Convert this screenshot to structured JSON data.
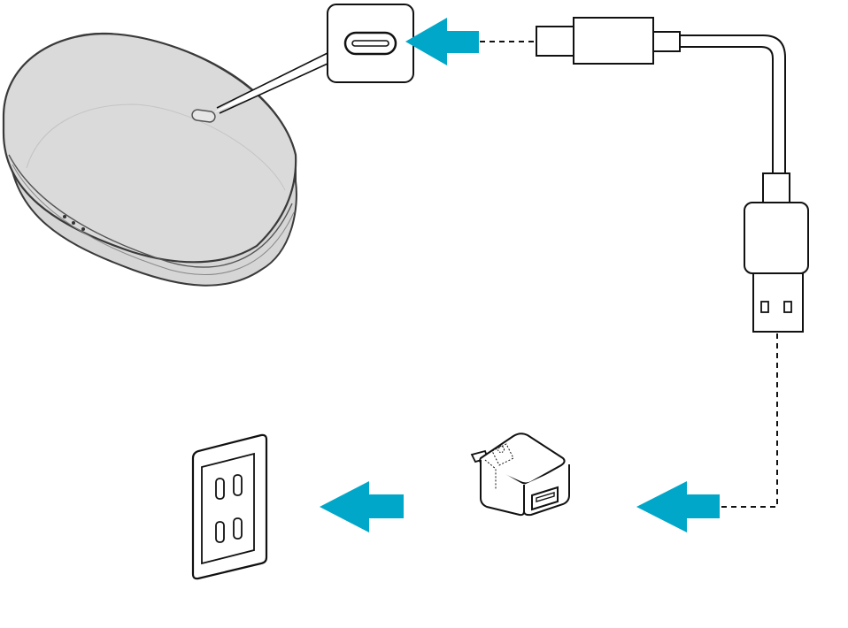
{
  "diagram": {
    "type": "charging-connection-illustration",
    "colors": {
      "arrow": "#00a7c8",
      "outline": "#111111",
      "case_fill": "#d9d9d9",
      "case_edge": "#444444",
      "background": "#ffffff"
    },
    "components": [
      {
        "name": "charging-case",
        "icon": "earbuds-case-icon"
      },
      {
        "name": "usb-c-port-callout",
        "icon": "usb-c-port-icon"
      },
      {
        "name": "usb-c-to-usb-a-cable",
        "icon": "usb-cable-icon"
      },
      {
        "name": "usb-power-adapter",
        "icon": "power-adapter-icon"
      },
      {
        "name": "wall-outlet",
        "icon": "wall-outlet-icon"
      }
    ],
    "arrows": [
      {
        "name": "cable-to-port-arrow",
        "direction": "left"
      },
      {
        "name": "cable-to-adapter-arrow",
        "direction": "left"
      },
      {
        "name": "adapter-to-outlet-arrow",
        "direction": "left"
      }
    ]
  }
}
